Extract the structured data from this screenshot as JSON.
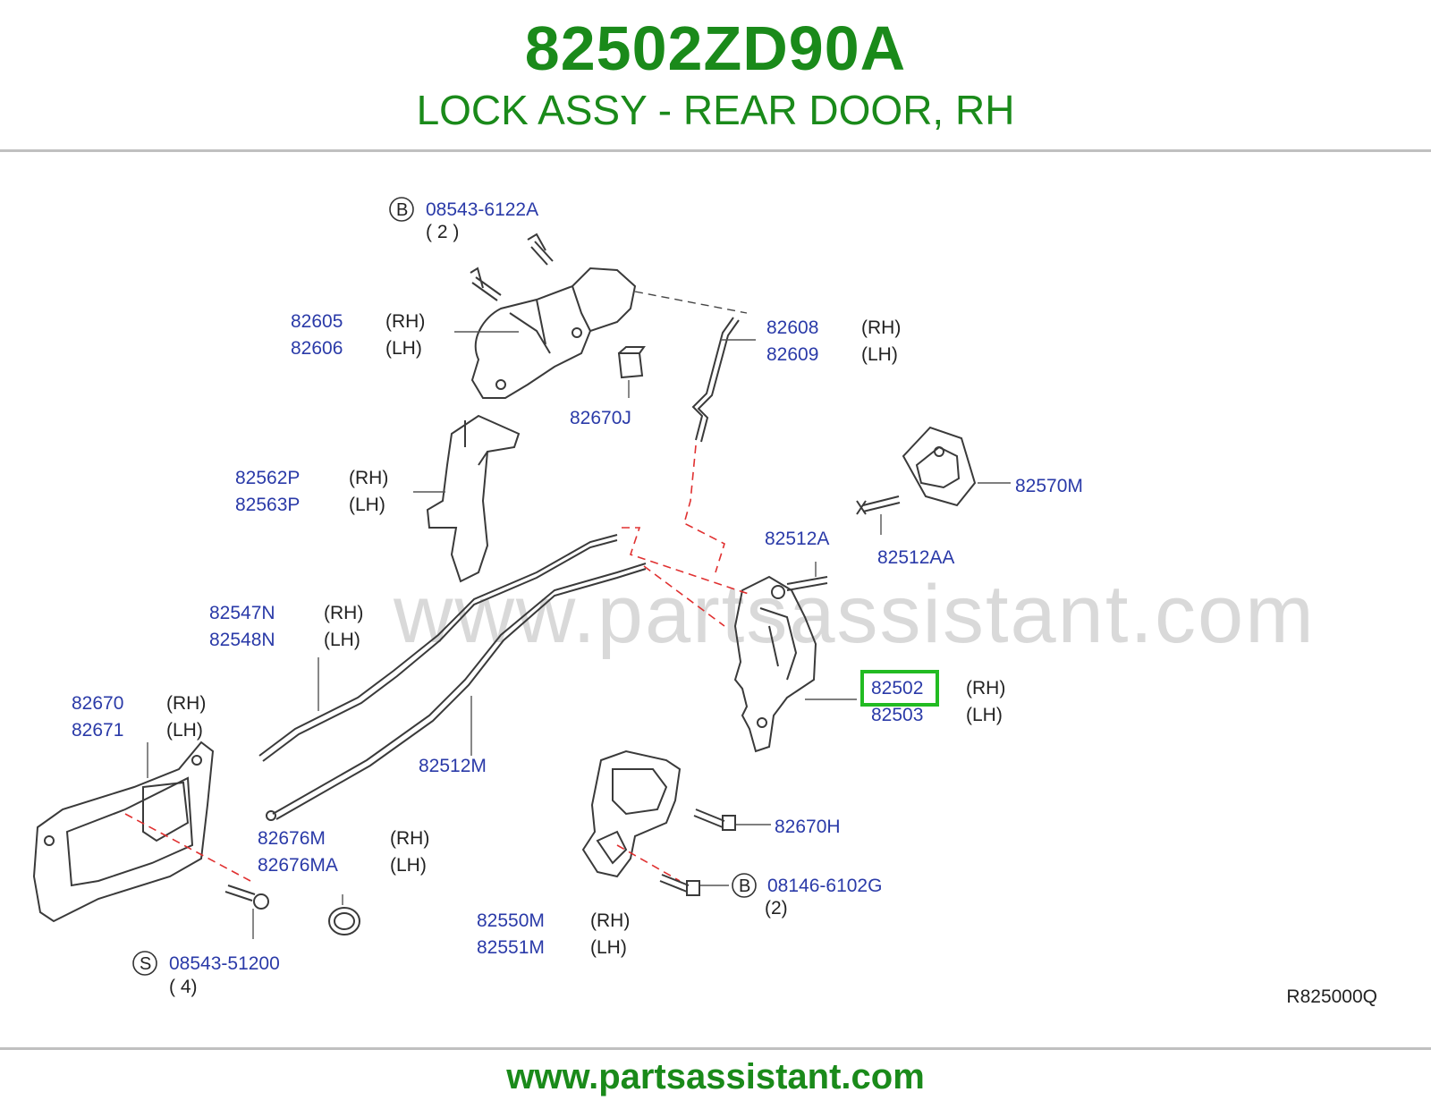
{
  "header": {
    "part_number": "82502ZD90A",
    "description": "LOCK ASSY - REAR DOOR, RH"
  },
  "watermark": "www.partsassistant.com",
  "footer": {
    "url": "www.partsassistant.com",
    "reference": "R825000Q"
  },
  "highlight_color": "#22bb22",
  "callouts": {
    "bolt_top": {
      "prefix": "B",
      "number": "08543-6122A",
      "qty": "( 2 )"
    },
    "outer_handle": {
      "rh": "82605",
      "lh": "82606",
      "rh_tag": "(RH)",
      "lh_tag": "(LH)"
    },
    "bracket_j": {
      "number": "82670J"
    },
    "rod": {
      "rh": "82608",
      "lh": "82609",
      "rh_tag": "(RH)",
      "lh_tag": "(LH)"
    },
    "protector": {
      "rh": "82562P",
      "lh": "82563P",
      "rh_tag": "(RH)",
      "lh_tag": "(LH)"
    },
    "striker": {
      "number": "82570M"
    },
    "screw_aa": {
      "number": "82512AA"
    },
    "screw_a": {
      "number": "82512A"
    },
    "cable_n": {
      "rh": "82547N",
      "lh": "82548N",
      "rh_tag": "(RH)",
      "lh_tag": "(LH)"
    },
    "lock_assy": {
      "rh": "82502",
      "lh": "82503",
      "rh_tag": "(RH)",
      "lh_tag": "(LH)"
    },
    "inner_handle": {
      "rh": "82670",
      "lh": "82671",
      "rh_tag": "(RH)",
      "lh_tag": "(LH)"
    },
    "cable_m": {
      "number": "82512M"
    },
    "bolt_h": {
      "number": "82670H"
    },
    "escutcheon": {
      "rh": "82676M",
      "lh": "82676MA",
      "rh_tag": "(RH)",
      "lh_tag": "(LH)"
    },
    "bolt_mid": {
      "prefix": "B",
      "number": "08146-6102G",
      "qty": "(2)"
    },
    "actuator": {
      "rh": "82550M",
      "lh": "82551M",
      "rh_tag": "(RH)",
      "lh_tag": "(LH)"
    },
    "screw_s": {
      "prefix": "S",
      "number": "08543-51200",
      "qty": "( 4)"
    }
  }
}
